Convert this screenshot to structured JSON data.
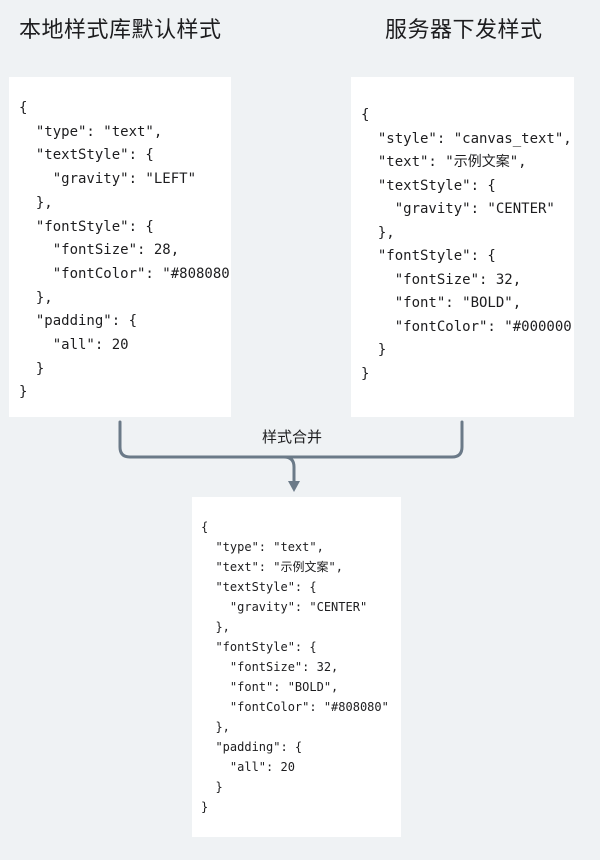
{
  "left": {
    "heading": "本地样式库默认样式",
    "code": "{\n  \"type\": \"text\",\n  \"textStyle\": {\n    \"gravity\": \"LEFT\"\n  },\n  \"fontStyle\": {\n    \"fontSize\": 28,\n    \"fontColor\": \"#808080\"\n  },\n  \"padding\": {\n    \"all\": 20\n  }\n}"
  },
  "right": {
    "heading": "服务器下发样式",
    "code": "{\n  \"style\": \"canvas_text\",\n  \"text\": \"示例文案\",\n  \"textStyle\": {\n    \"gravity\": \"CENTER\"\n  },\n  \"fontStyle\": {\n    \"fontSize\": 32,\n    \"font\": \"BOLD\",\n    \"fontColor\": \"#000000\"\n  }\n}"
  },
  "merge": {
    "label": "样式合并",
    "line_color": "#6b7a88"
  },
  "result": {
    "code": "{\n  \"type\": \"text\",\n  \"text\": \"示例文案\",\n  \"textStyle\": {\n    \"gravity\": \"CENTER\"\n  },\n  \"fontStyle\": {\n    \"fontSize\": 32,\n    \"font\": \"BOLD\",\n    \"fontColor\": \"#808080\"\n  },\n  \"padding\": {\n    \"all\": 20\n  }\n}"
  },
  "colors": {
    "background": "#eff2f4",
    "card": "#ffffff",
    "text": "#1d1d1f"
  }
}
